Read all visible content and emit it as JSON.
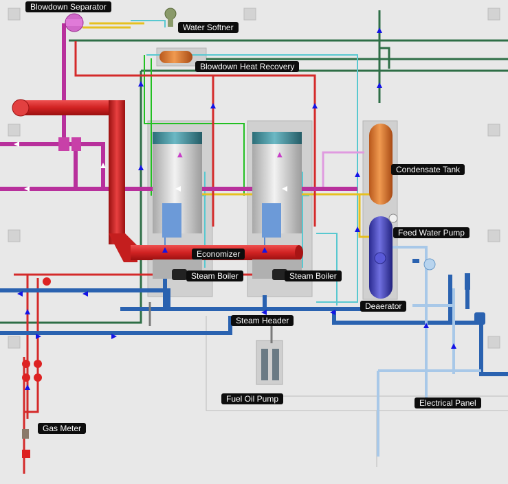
{
  "labels": {
    "blowdown_separator": "Blowdown Separator",
    "water_softner": "Water Softner",
    "blowdown_heat_recovery": "Blowdown Heat Recovery",
    "condensate_tank": "Condensate Tank",
    "feed_water_pump": "Feed Water Pump",
    "economizer": "Economizer",
    "steam_boiler_1": "Steam Boiler",
    "steam_boiler_2": "Steam Boiler",
    "deaerator": "Deaerator",
    "steam_header": "Steam Header",
    "fuel_oil_pump": "Fuel Oil Pump",
    "electrical_panel": "Electrical Panel",
    "gas_meter": "Gas Meter"
  },
  "colors": {
    "background": "#e8e8e8",
    "steam_pipe": "#d42a2a",
    "blowdown_pipe": "#b8309c",
    "water_pipe": "#2a62b0",
    "light_water_pipe": "#a8c8e8",
    "condensate_pipe": "#2e6e46",
    "gas_pipe": "#7a7a7a",
    "fuel_pipe": "#e6c020",
    "cyan_pipe": "#58c8d0",
    "green_signal": "#22c022",
    "flow_arrow": "#1414e6",
    "condensate_tank": "#e07a30",
    "deaerator": "#4a4ac8",
    "boiler_body": "#d4d4d4",
    "boiler_cap": "#3a8a98",
    "label_bg": "#0d0d0d",
    "label_text": "#ffffff"
  }
}
